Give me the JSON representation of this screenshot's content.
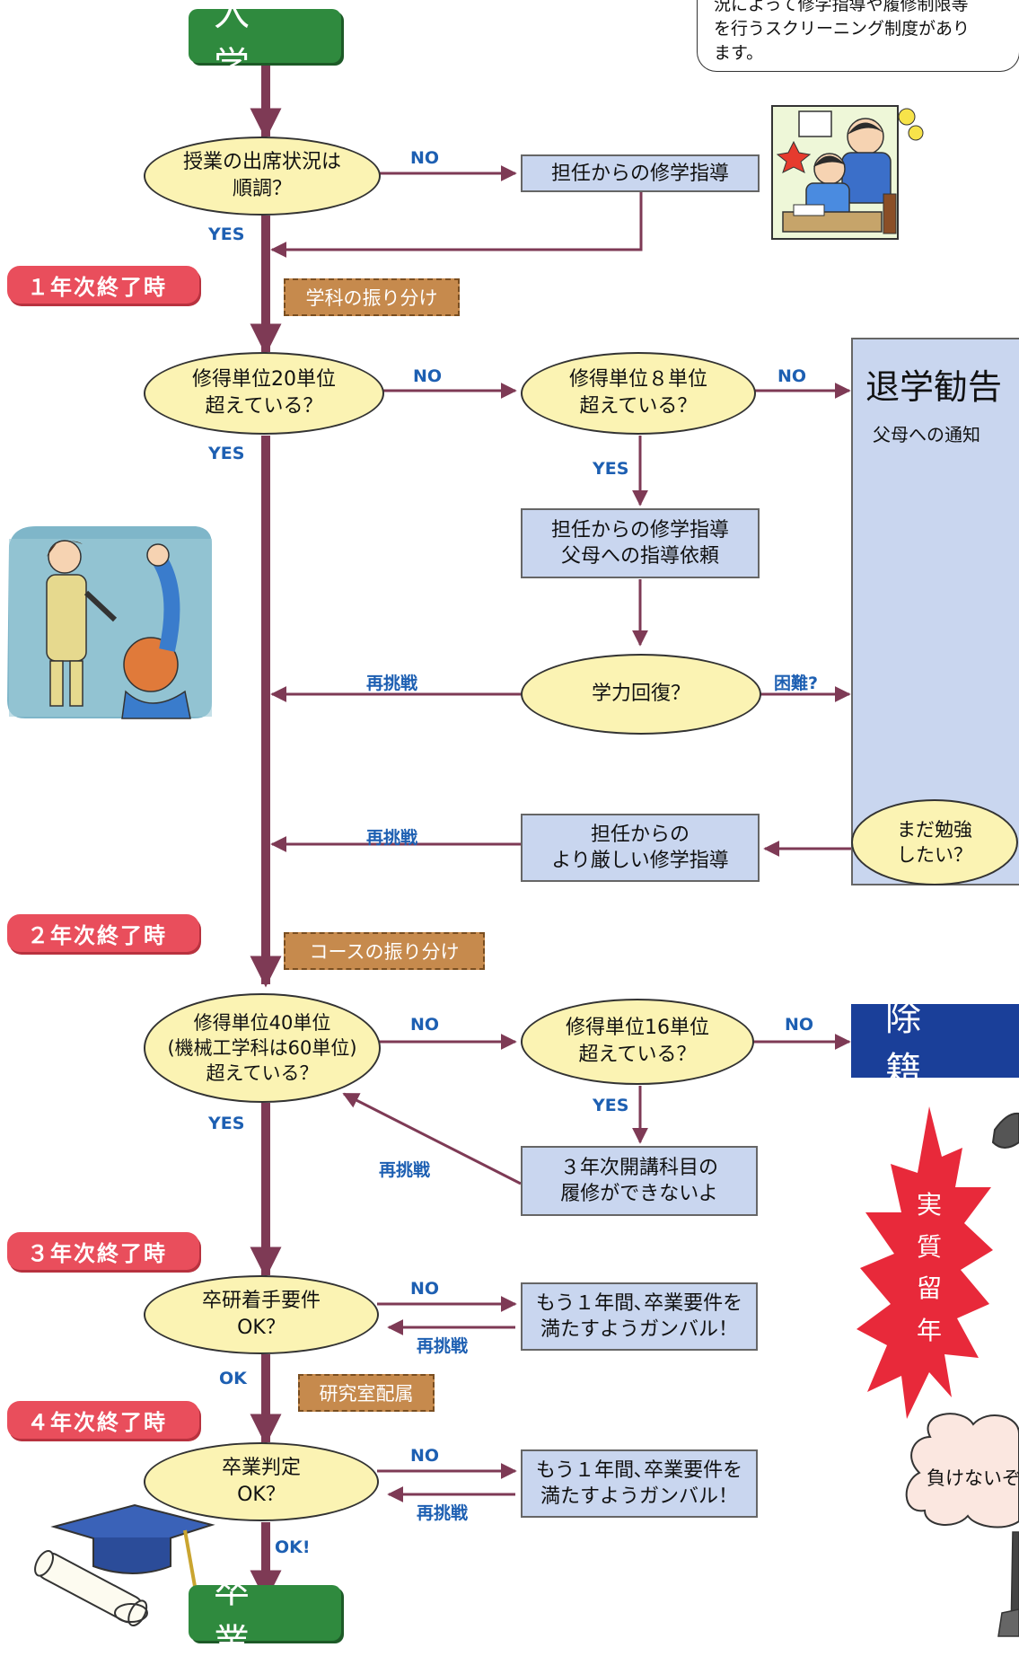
{
  "note": {
    "lines": [
      "況によって修学指導や履修制限等",
      "を行うスクリーニング制度があり",
      "ます。"
    ]
  },
  "terminals": {
    "start": "入　学",
    "end": "卒　業"
  },
  "year_labels": {
    "y1": "１年次終了時",
    "y2": "２年次終了時",
    "y3": "３年次終了時",
    "y4": "４年次終了時"
  },
  "step_labels": {
    "dept_assign": "学科の振り分け",
    "course_assign": "コースの振り分け",
    "lab_assign": "研究室配属"
  },
  "decisions": {
    "attendance": "授業の出席状況は\n順調？",
    "credits20": "修得単位20単位\n超えている？",
    "credits8": "修得単位８単位\n超えている？",
    "recovery": "学力回復？",
    "credits40": "修得単位40単位\n(機械工学科は60単位)\n超えている？",
    "credits16": "修得単位16単位\n超えている？",
    "thesis": "卒研着手要件\nOK？",
    "graduation": "卒業判定\nOK？",
    "study_more": "まだ勉強\nしたい？"
  },
  "actions": {
    "homeroom_guidance": "担任からの修学指導",
    "guidance_parents": "担任からの修学指導\n父母への指導依頼",
    "strict_guidance": "担任からの\nより厳しい修学指導",
    "no_3rd_year": "３年次開講科目の\n履修ができないよ",
    "one_more_year_a": "もう１年間､卒業要件を\n満たすようガンバル！",
    "one_more_year_b": "もう１年間､卒業要件を\n満たすようガンバル！"
  },
  "dropout": {
    "title": "退学勧告",
    "subtitle": "父母への通知"
  },
  "expel": {
    "title": "除　籍"
  },
  "starburst": {
    "text": "実質留年",
    "chars": [
      "実",
      "質",
      "留",
      "年"
    ]
  },
  "cloud": {
    "text": "負けないぞ"
  },
  "flow_labels": {
    "no": "NO",
    "yes": "YES",
    "retry": "再挑戦",
    "difficult": "困難?",
    "ok": "OK",
    "ok_excl": "OK!"
  },
  "colors": {
    "trunk": "#7e3a55",
    "arrow": "#7e3a55",
    "terminal": "#2f8a3e",
    "year_label": "#e94e5c",
    "step_label": "#c68a4d",
    "decision_fill": "#fbf3b3",
    "action_fill": "#c9d6ef",
    "expel_fill": "#1a3f99",
    "starburst": "#e8293a",
    "flow_text": "#1d5fb2"
  }
}
